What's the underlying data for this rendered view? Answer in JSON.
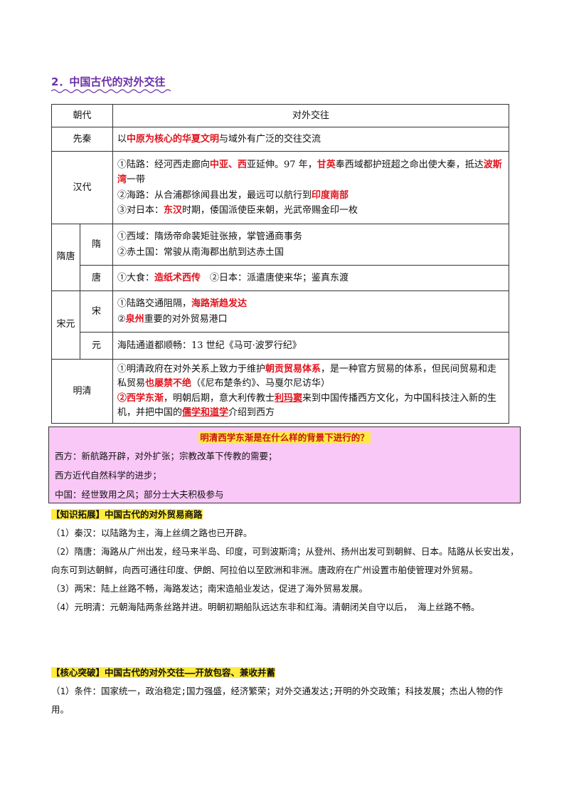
{
  "section_title": "2．中国古代的对外交往",
  "table": {
    "header_dynasty": "朝代",
    "header_exchange": "对外交往",
    "xianqin": {
      "label": "先秦",
      "pre": "以",
      "hl": "中原为核心的华夏文明",
      "post": "与域外有广泛的交往交流"
    },
    "han": {
      "label": "汉代",
      "l1_a": "①陆路：经河西走廊向",
      "l1_hl1": "中亚、西",
      "l1_b": "亚延伸。97 年，",
      "l1_hl2": "甘英",
      "l1_c": "奉西域都护班超之命出使大秦，抵达",
      "l1_hl3": "波斯湾",
      "l1_d": "一带",
      "l2_a": "②海路：从合浦郡徐闻县出发，最远可以航行到",
      "l2_hl": "印度南部",
      "l3_a": "③对日本：",
      "l3_hl": "东汉",
      "l3_b": "时期，倭国派使臣来朝，光武帝赐金印一枚"
    },
    "suitang": {
      "group": "隋唐",
      "sui_label": "隋",
      "sui_l1": "①西域：隋炀帝命裴矩驻张掖，掌管通商事务",
      "sui_l2": "②赤土国：常骏从南海郡出航到达赤土国",
      "tang_label": "唐",
      "tang_a": "①大食：",
      "tang_hl": "造纸术西传",
      "tang_b": "　②日本：派遣唐使来华；鉴真东渡"
    },
    "songyuan": {
      "group": "宋元",
      "song_label": "宋",
      "song_l1_a": "①陆路交通阻隔，",
      "song_l1_hl": "海路渐趋发达",
      "song_l2_hl": "泉州",
      "song_l2_b": "重要的对外贸易港口",
      "yuan_label": "元",
      "yuan_text": "海陆通道都顺畅：13 世纪《马可·波罗行纪》"
    },
    "mingqing": {
      "label": "明清",
      "l1_a": "①明清政府在对外关系上致力于维护",
      "l1_hl1": "朝贡贸易体系",
      "l1_b": "，是一种官方贸易的体系，但民间贸易和走私贸易",
      "l1_hl2": "也屡禁不绝",
      "l1_c": "（《尼布楚条约》、马戛尔尼访华）",
      "l2_hl1": "②西学东渐",
      "l2_a": "，明朝后期，意大利传教士",
      "l2_hl2": "利玛窦",
      "l2_b": "来到中国传播西方文化，为中国科技注入新的生机，并把中国的",
      "l2_hl3": "儒学和道学",
      "l2_c": "介绍到西方"
    }
  },
  "pink_box": {
    "question": "明清西学东渐是在什么样的背景下进行的？",
    "line1": "西方：新航路开辟，对外扩张；宗教改革下传教的需要；",
    "line2": "西方近代自然科学的进步；",
    "line3": "中国：经世致用之风；部分士大夫积极参与"
  },
  "knowledge": {
    "tag": "【知识拓展】中国古代的对外贸易商路",
    "p1": "（1）秦汉：以陆路为主，海上丝绸之路也已开辟。",
    "p2": "（2）隋唐：海路从广州出发，经马来半岛、印度，可到波斯湾；从登州、扬州出发可到朝鲜、日本。陆路从长安出发，向东可到达朝鲜，向西可通往印度、伊朗、阿拉伯以至欧洲和非洲。唐政府在广州设置市舶使管理对外贸易。",
    "p3": "（3）两宋：陆上丝路不畅，海路发达；南宋造船业发达，促进了海外贸易发展。",
    "p4": "（4）元明清：元朝海陆两条丝路并进。明朝初期船队远达东非和红海。清朝闭关自守以后， 海上丝路不畅。"
  },
  "core": {
    "tag": "【核心突破】中国古代的对外交往——开放包容、兼收并蓄",
    "p1": "（1）条件：国家统一，政治稳定;国力强盛，经济繁荣；对外交通发达;开明的外交政策；科技发展；杰出人物的作用。"
  },
  "colors": {
    "heading": "#6b2fa8",
    "highlight": "#e0141e",
    "pink": "#f9c8f7",
    "yellow": "#ffeb3b"
  }
}
